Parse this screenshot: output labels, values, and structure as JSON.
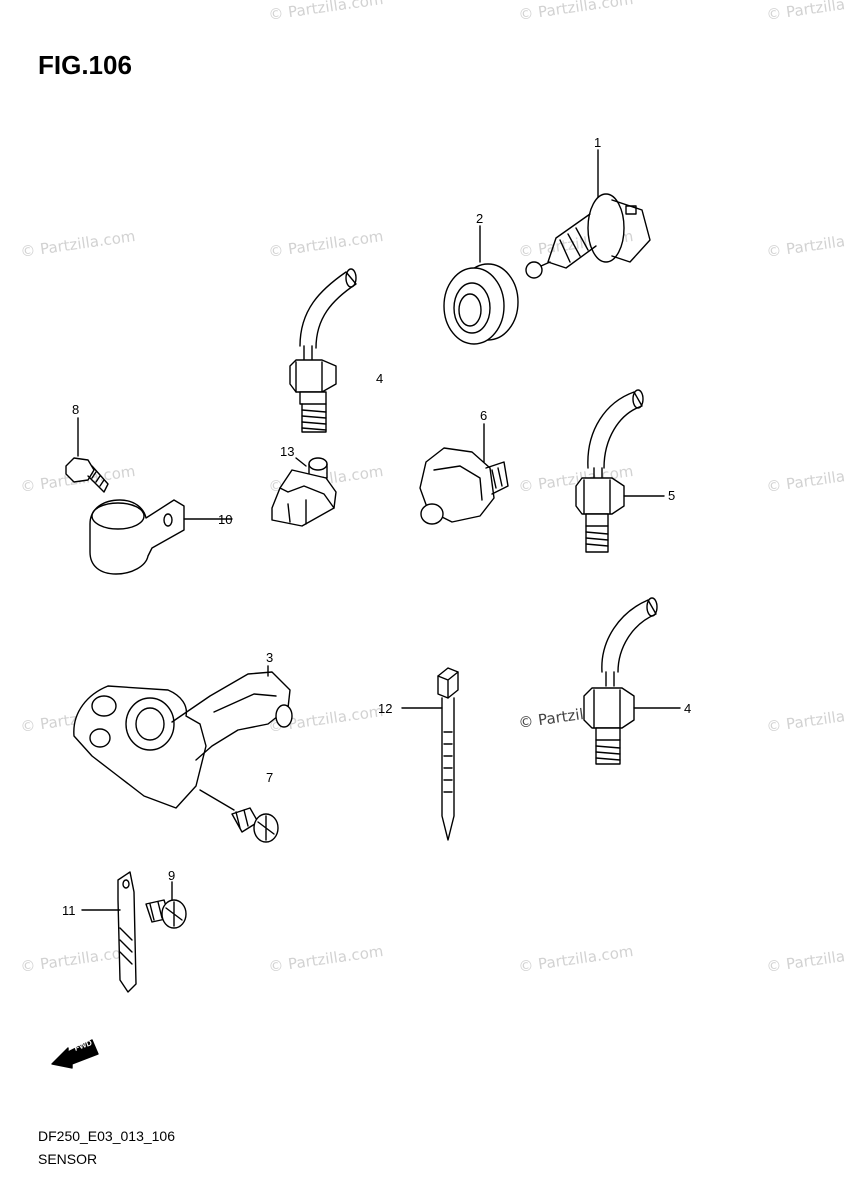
{
  "figure": {
    "title": "FIG.106"
  },
  "watermark": {
    "text": "© Partzilla.com"
  },
  "callouts": {
    "c1": "1",
    "c2": "2",
    "c3": "3",
    "c4a": "4",
    "c4b": "4",
    "c5": "5",
    "c6": "6",
    "c7": "7",
    "c8": "8",
    "c9": "9",
    "c10": "10",
    "c11": "11",
    "c12": "12",
    "c13": "13"
  },
  "fwd": {
    "label": "FWD",
    "icon": "forward-arrow-icon"
  },
  "footer": {
    "code": "DF250_E03_013_106",
    "name": "SENSOR"
  }
}
